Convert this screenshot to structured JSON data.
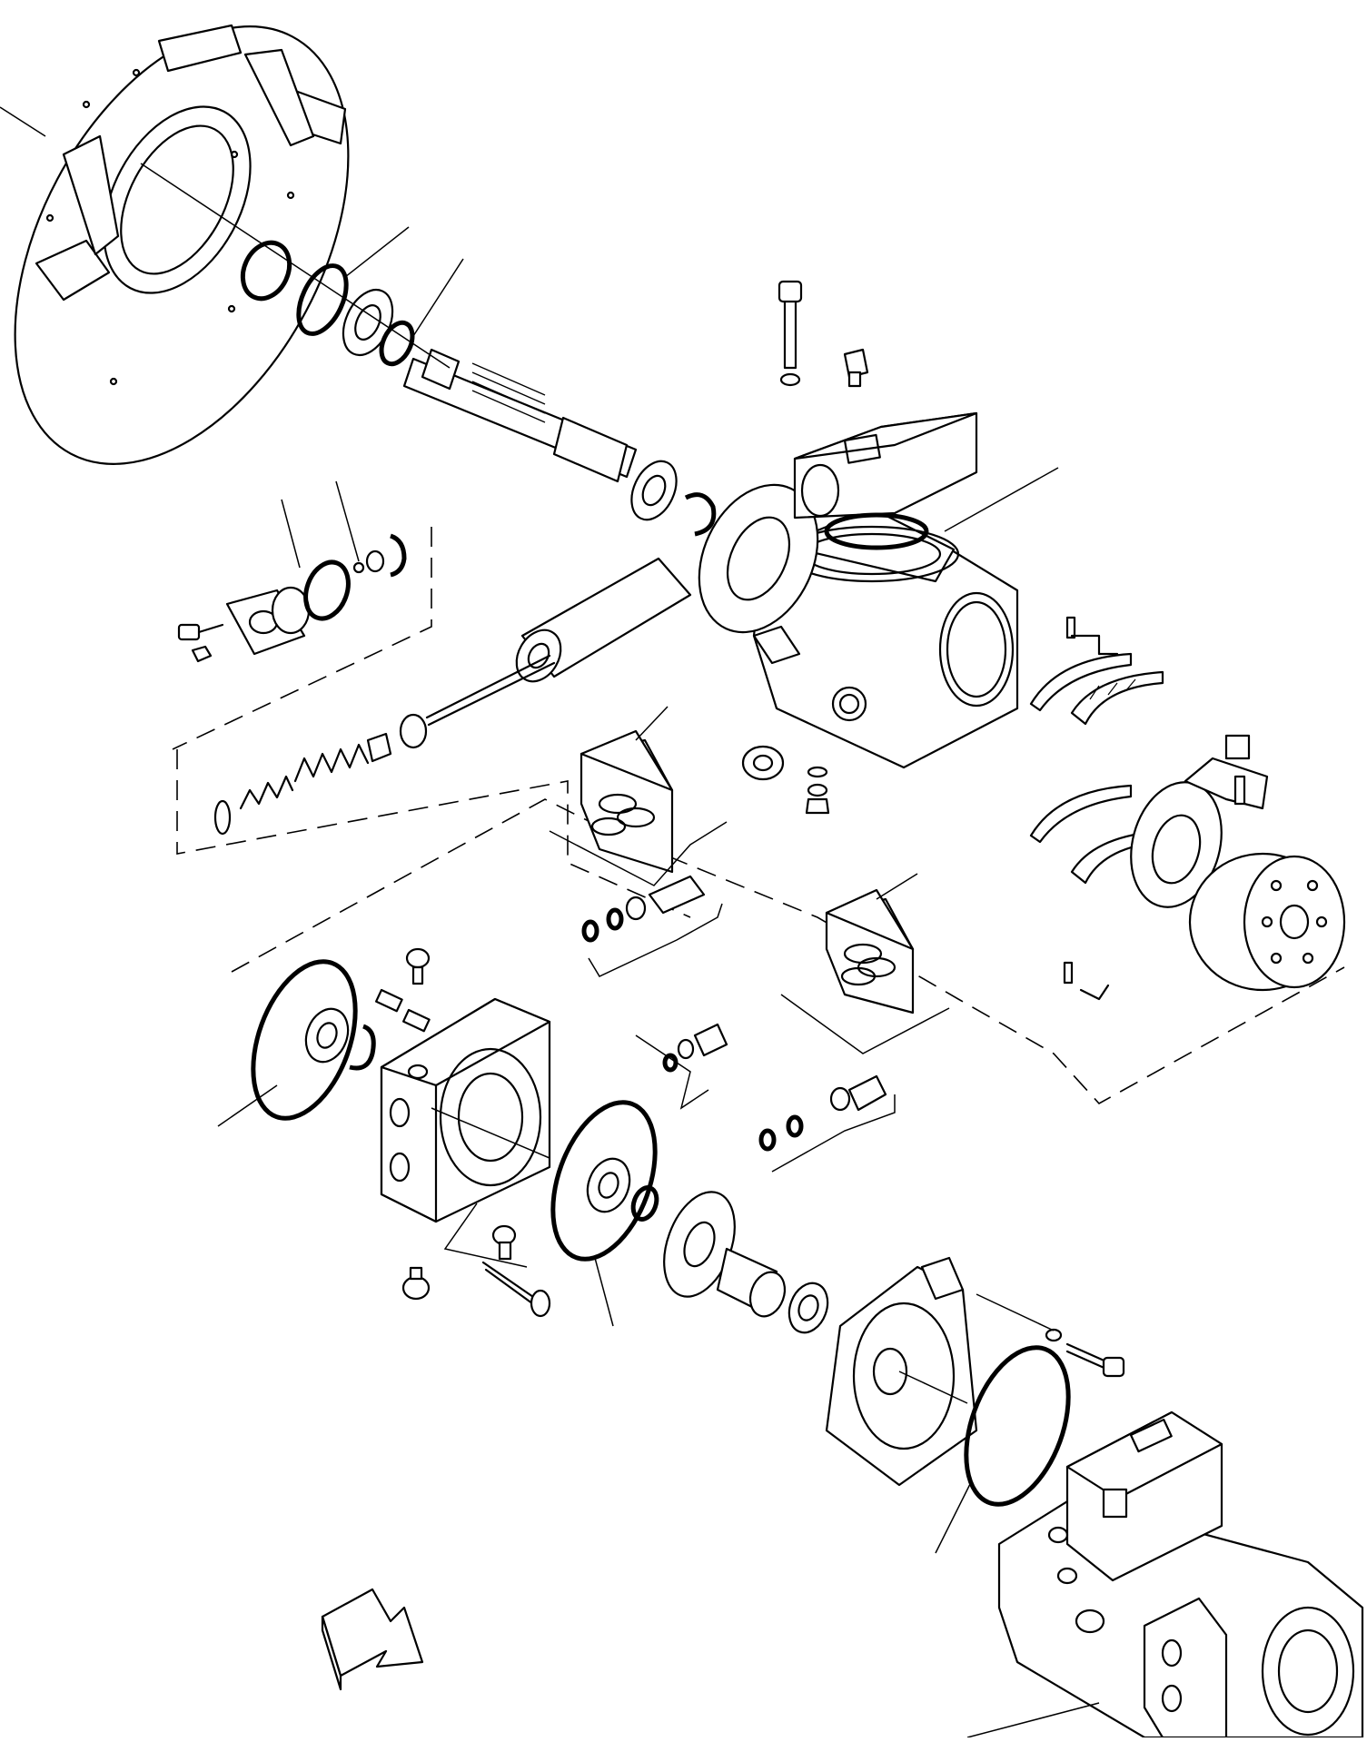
{
  "diagram": {
    "type": "exploded parts illustration",
    "style": "monochrome line drawing",
    "callout_numbers_visible": false
  },
  "colors": {
    "line": "#000000",
    "background": "#ffffff"
  },
  "icons": [
    "mounting-flange",
    "drive-shaft",
    "o-ring",
    "bearing",
    "snap-ring",
    "pump-housing",
    "relief-valve",
    "repair-kit-bag",
    "swash-plate",
    "cylinder-block",
    "end-cover",
    "gear-pump",
    "front-direction-arrow"
  ]
}
